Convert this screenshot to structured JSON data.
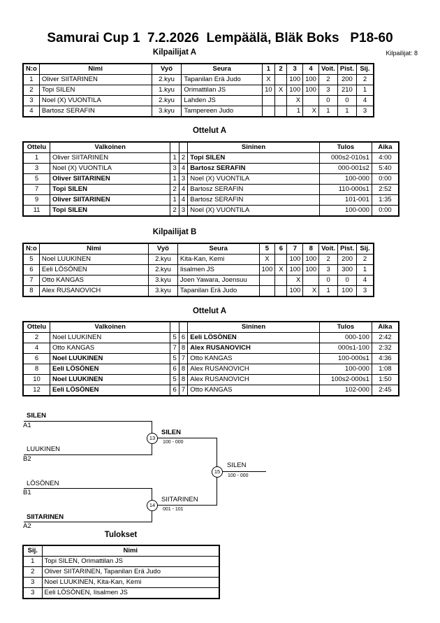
{
  "title": "Samurai Cup 1  7.2.2026  Lempäälä, Bläk Boks   P18-60",
  "count_label": "Kilpailijat: 8",
  "pool_a": {
    "heading": "Kilpailijat A",
    "headers": [
      "N:o",
      "Nimi",
      "Vyö",
      "Seura",
      "1",
      "2",
      "3",
      "4",
      "Voit.",
      "Pist.",
      "Sij."
    ],
    "rows": [
      [
        "1",
        "Oliver SIITARINEN",
        "2.kyu",
        "Tapanilan Erä Judo",
        "X",
        "",
        "100",
        "100",
        "2",
        "200",
        "2"
      ],
      [
        "2",
        "Topi SILEN",
        "1.kyu",
        "Orimattilan JS",
        "10",
        "X",
        "100",
        "100",
        "3",
        "210",
        "1"
      ],
      [
        "3",
        "Noel (X) VUONTILA",
        "2.kyu",
        "Lahden JS",
        "",
        "",
        "X",
        "",
        "0",
        "0",
        "4"
      ],
      [
        "4",
        "Bartosz SERAFIN",
        "3.kyu",
        "Tampereen Judo",
        "",
        "",
        "1",
        "X",
        "1",
        "1",
        "3"
      ]
    ]
  },
  "matches_a": {
    "heading": "Ottelut A",
    "headers": [
      "Ottelu",
      "Valkoinen",
      "Sininen",
      "Tulos",
      "Aika"
    ],
    "rows": [
      {
        "no": "1",
        "white": "Oliver SIITARINEN",
        "wn": "1",
        "bn": "2",
        "blue": "Topi SILEN",
        "result": "000s2-010s1",
        "time": "4:00",
        "winner": "blue"
      },
      {
        "no": "3",
        "white": "Noel (X) VUONTILA",
        "wn": "3",
        "bn": "4",
        "blue": "Bartosz SERAFIN",
        "result": "000-001s2",
        "time": "5:40",
        "winner": "blue"
      },
      {
        "no": "5",
        "white": "Oliver SIITARINEN",
        "wn": "1",
        "bn": "3",
        "blue": "Noel (X) VUONTILA",
        "result": "100-000",
        "time": "0:00",
        "winner": "white"
      },
      {
        "no": "7",
        "white": "Topi SILEN",
        "wn": "2",
        "bn": "4",
        "blue": "Bartosz SERAFIN",
        "result": "110-000s1",
        "time": "2:52",
        "winner": "white"
      },
      {
        "no": "9",
        "white": "Oliver SIITARINEN",
        "wn": "1",
        "bn": "4",
        "blue": "Bartosz SERAFIN",
        "result": "101-001",
        "time": "1:35",
        "winner": "white"
      },
      {
        "no": "11",
        "white": "Topi SILEN",
        "wn": "2",
        "bn": "3",
        "blue": "Noel (X) VUONTILA",
        "result": "100-000",
        "time": "0:00",
        "winner": "white"
      }
    ]
  },
  "pool_b": {
    "heading": "Kilpailijat B",
    "headers": [
      "N:o",
      "Nimi",
      "Vyö",
      "Seura",
      "5",
      "6",
      "7",
      "8",
      "Voit.",
      "Pist.",
      "Sij."
    ],
    "rows": [
      [
        "5",
        "Noel LUUKINEN",
        "2.kyu",
        "Kita-Kan, Kemi",
        "X",
        "",
        "100",
        "100",
        "2",
        "200",
        "2"
      ],
      [
        "6",
        "Eeli LÖSÖNEN",
        "2.kyu",
        "Iisalmen JS",
        "100",
        "X",
        "100",
        "100",
        "3",
        "300",
        "1"
      ],
      [
        "7",
        "Otto KANGAS",
        "3.kyu",
        "Joen Yawara, Joensuu",
        "",
        "",
        "X",
        "",
        "0",
        "0",
        "4"
      ],
      [
        "8",
        "Alex RUSANOVICH",
        "3.kyu",
        "Tapanilan Erä Judo",
        "",
        "",
        "100",
        "X",
        "1",
        "100",
        "3"
      ]
    ]
  },
  "matches_b": {
    "heading": "Ottelut A",
    "headers": [
      "Ottelu",
      "Valkoinen",
      "Sininen",
      "Tulos",
      "Aika"
    ],
    "rows": [
      {
        "no": "2",
        "white": "Noel LUUKINEN",
        "wn": "5",
        "bn": "6",
        "blue": "Eeli LÖSÖNEN",
        "result": "000-100",
        "time": "2:42",
        "winner": "blue"
      },
      {
        "no": "4",
        "white": "Otto KANGAS",
        "wn": "7",
        "bn": "8",
        "blue": "Alex RUSANOVICH",
        "result": "000s1-100",
        "time": "2:32",
        "winner": "blue"
      },
      {
        "no": "6",
        "white": "Noel LUUKINEN",
        "wn": "5",
        "bn": "7",
        "blue": "Otto KANGAS",
        "result": "100-000s1",
        "time": "4:36",
        "winner": "white"
      },
      {
        "no": "8",
        "white": "Eeli LÖSÖNEN",
        "wn": "6",
        "bn": "8",
        "blue": "Alex RUSANOVICH",
        "result": "100-000",
        "time": "1:08",
        "winner": "white"
      },
      {
        "no": "10",
        "white": "Noel LUUKINEN",
        "wn": "5",
        "bn": "8",
        "blue": "Alex RUSANOVICH",
        "result": "100s2-000s1",
        "time": "1:50",
        "winner": "white"
      },
      {
        "no": "12",
        "white": "Eeli LÖSÖNEN",
        "wn": "6",
        "bn": "7",
        "blue": "Otto KANGAS",
        "result": "102-000",
        "time": "2:45",
        "winner": "white"
      }
    ]
  },
  "bracket": {
    "sf1_top": "SILEN",
    "sf1_top_seed": "A1",
    "sf1_bottom": "LUUKINEN",
    "sf1_bottom_seed": "B2",
    "sf1_no": "13",
    "sf1_winner": "SILEN",
    "sf1_score": "100 - 000",
    "sf2_top": "LÖSÖNEN",
    "sf2_top_seed": "B1",
    "sf2_bottom": "SIITARINEN",
    "sf2_bottom_seed": "A2",
    "sf2_no": "14",
    "sf2_winner": "SIITARINEN",
    "sf2_score": "001 - 101",
    "final_no": "15",
    "final_winner": "SILEN",
    "final_score": "100 - 000"
  },
  "results": {
    "heading": "Tulokset",
    "headers": [
      "Sij.",
      "Nimi"
    ],
    "rows": [
      [
        "1",
        "Topi SILEN, Orimattilan JS"
      ],
      [
        "2",
        "Oliver SIITARINEN, Tapanilan Erä Judo"
      ],
      [
        "3",
        "Noel LUUKINEN, Kita-Kan, Kemi"
      ],
      [
        "3",
        "Eeli LÖSÖNEN, Iisalmen JS"
      ]
    ]
  }
}
